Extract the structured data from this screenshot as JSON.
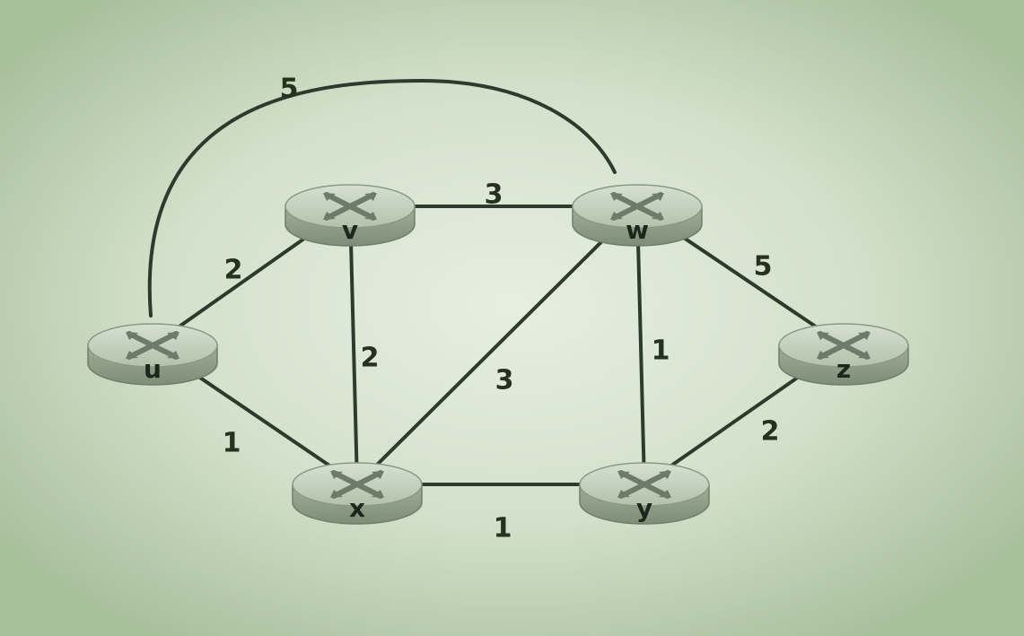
{
  "diagram": {
    "type": "network-graph",
    "colors": {
      "background": "#b9cfae",
      "vignette": "#e6efe0",
      "router_top": "#c9d5c2",
      "router_side": "#8f9e89",
      "router_cross": "#6c7c69",
      "edge": "#2e3a2c"
    },
    "nodes": [
      {
        "id": "u",
        "label": "u"
      },
      {
        "id": "v",
        "label": "v"
      },
      {
        "id": "w",
        "label": "w"
      },
      {
        "id": "x",
        "label": "x"
      },
      {
        "id": "y",
        "label": "y"
      },
      {
        "id": "z",
        "label": "z"
      }
    ],
    "edges": [
      {
        "id": "u-w",
        "from": "u",
        "to": "w",
        "weight": "5"
      },
      {
        "id": "u-v",
        "from": "u",
        "to": "v",
        "weight": "2"
      },
      {
        "id": "u-x",
        "from": "u",
        "to": "x",
        "weight": "1"
      },
      {
        "id": "v-w",
        "from": "v",
        "to": "w",
        "weight": "3"
      },
      {
        "id": "v-x",
        "from": "v",
        "to": "x",
        "weight": "2"
      },
      {
        "id": "x-w",
        "from": "x",
        "to": "w",
        "weight": "3"
      },
      {
        "id": "w-y",
        "from": "w",
        "to": "y",
        "weight": "1"
      },
      {
        "id": "w-z",
        "from": "w",
        "to": "z",
        "weight": "5"
      },
      {
        "id": "x-y",
        "from": "x",
        "to": "y",
        "weight": "1"
      },
      {
        "id": "y-z",
        "from": "y",
        "to": "z",
        "weight": "2"
      }
    ]
  }
}
